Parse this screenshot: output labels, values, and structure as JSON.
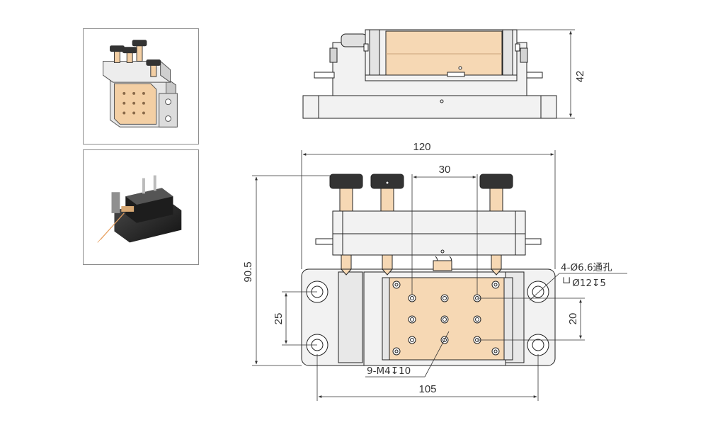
{
  "dimensions": {
    "height_side": "42",
    "width_top": "120",
    "screw_pitch": "30",
    "total_depth": "90.5",
    "mount_pitch_y": "25",
    "hole_pitch_y": "20",
    "base_length": "105"
  },
  "notes": {
    "through_holes": "4-Ø6.6通孔",
    "counterbore": "└┘Ø12↧5",
    "tapped_holes": "9-M4↧10"
  },
  "colors": {
    "line": "#222222",
    "metal": "#f2f2f2",
    "metal_dark": "#d4d4d4",
    "brass": "#f6d8b4",
    "knob": "#333333"
  }
}
